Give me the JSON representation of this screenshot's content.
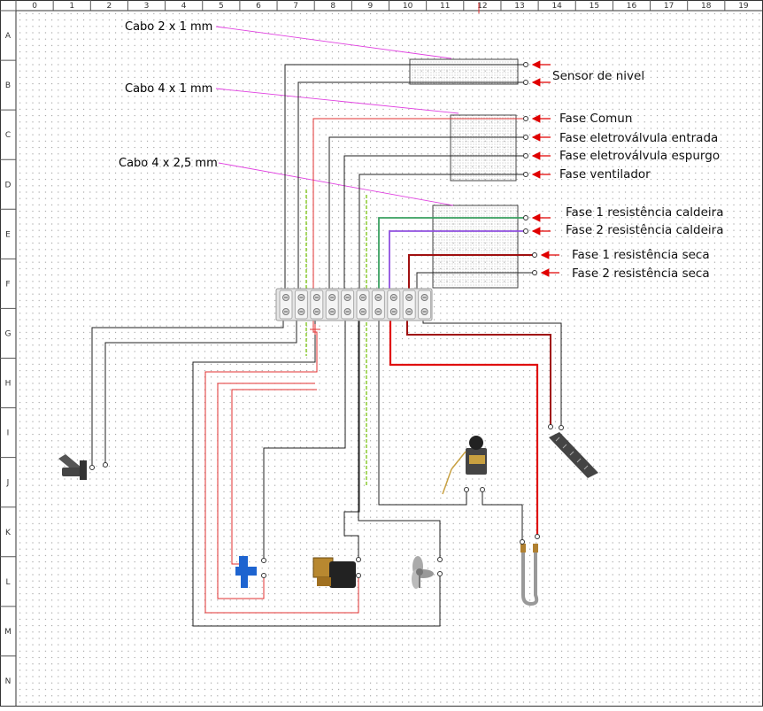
{
  "grid": {
    "columns": [
      "0",
      "1",
      "2",
      "3",
      "4",
      "5",
      "6",
      "7",
      "8",
      "9",
      "10",
      "11",
      "12",
      "13",
      "14",
      "15",
      "16",
      "17",
      "18",
      "19"
    ],
    "rows": [
      "A",
      "B",
      "C",
      "D",
      "E",
      "F",
      "G",
      "H",
      "I",
      "J",
      "K",
      "L",
      "M",
      "N"
    ]
  },
  "cables": {
    "cable_2x1": "Cabo 2 x 1 mm",
    "cable_4x1": "Cabo 4 x 1 mm",
    "cable_4x25": "Cabo 4 x 2,5 mm"
  },
  "connections": [
    {
      "id": "sensor",
      "label": "Sensor de nivel"
    },
    {
      "id": "fase-comun",
      "label": "Fase Comun"
    },
    {
      "id": "fase-eletro-entrada",
      "label": "Fase eletroválvula entrada"
    },
    {
      "id": "fase-eletro-espurgo",
      "label": "Fase eletroválvula espurgo"
    },
    {
      "id": "fase-ventilador",
      "label": "Fase ventilador"
    },
    {
      "id": "fase1-caldeira",
      "label": "Fase 1 resistência caldeira"
    },
    {
      "id": "fase2-caldeira",
      "label": "Fase 2 resistência caldeira"
    },
    {
      "id": "fase1-seca",
      "label": "Fase 1 resistência seca"
    },
    {
      "id": "fase2-seca",
      "label": "Fase 2 resistência seca"
    }
  ],
  "components": [
    "level-sensor",
    "water-valve",
    "solenoid-valve",
    "fan",
    "thermostat",
    "heating-element",
    "dry-heating-element"
  ],
  "colors": {
    "grid_dot": "#9a9a9a",
    "wire_black": "#222222",
    "wire_red": "#e23030",
    "wire_dark_red": "#b01010",
    "wire_green": "#3aa060",
    "wire_purple": "#9050e0",
    "wire_lime": "#8ccc30",
    "leader": "#e040e0",
    "arrow": "#e00000",
    "terminal_block": "#dcdcdc"
  }
}
